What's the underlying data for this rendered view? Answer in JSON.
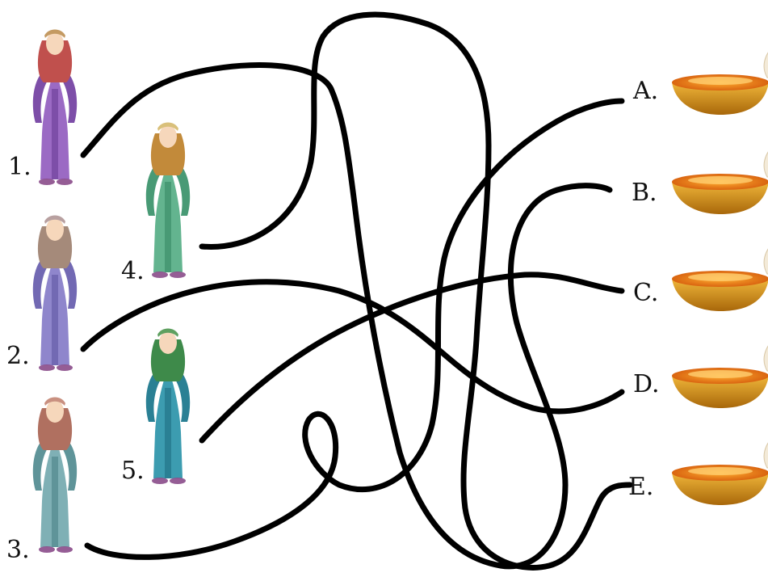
{
  "puzzle": {
    "women": [
      {
        "label": "1.",
        "robe": "#9b6ac4",
        "robe_dark": "#7d4ea8",
        "hair": "#c0504d",
        "veil": "#c49a62"
      },
      {
        "label": "2.",
        "robe": "#8f86cc",
        "robe_dark": "#7269b3",
        "hair": "#a58a7a",
        "veil": "#b8a0a0"
      },
      {
        "label": "3.",
        "robe": "#7fb0b5",
        "robe_dark": "#5f9499",
        "hair": "#b07060",
        "veil": "#c99080"
      },
      {
        "label": "4.",
        "robe": "#63b48f",
        "robe_dark": "#489a75",
        "hair": "#c28a3a",
        "veil": "#d9c07a"
      },
      {
        "label": "5.",
        "robe": "#3c9cb0",
        "robe_dark": "#2a8094",
        "hair": "#3e8a4a",
        "veil": "#5fa060"
      }
    ],
    "lamps": [
      {
        "label": "A."
      },
      {
        "label": "B."
      },
      {
        "label": "C."
      },
      {
        "label": "D."
      },
      {
        "label": "E."
      }
    ],
    "colors": {
      "lamp_body": "#c98a12",
      "lamp_inner": "#e0760c",
      "flame": "#f3ead8"
    }
  }
}
